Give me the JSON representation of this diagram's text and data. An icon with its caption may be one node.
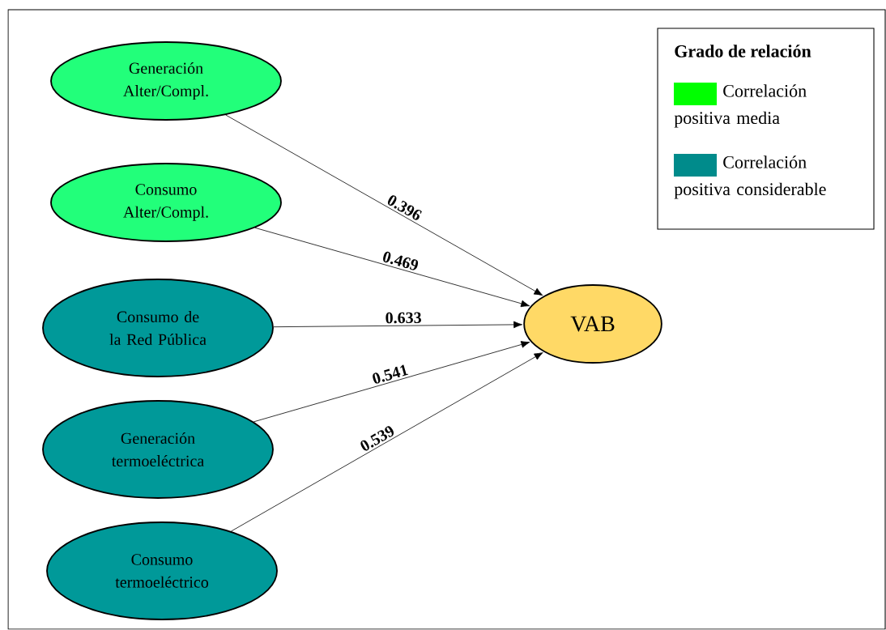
{
  "diagram": {
    "nodes": [
      {
        "text": [
          "Generación Alter/Compl."
        ]
      },
      {
        "text": [
          "Consumo Alter/Compl."
        ]
      },
      {
        "text": [
          "Consumo de la Red Pública"
        ]
      },
      {
        "text": [
          "Generación termoeléctrica"
        ]
      },
      {
        "text": [
          "Consumo termoeléctrico"
        ]
      },
      {
        "text": [
          "VAB"
        ]
      }
    ],
    "edges": [
      {
        "from": 0,
        "to": 5,
        "arrow": "to",
        "label": "0.396"
      },
      {
        "from": 1,
        "to": 5,
        "arrow": "to",
        "label": "0.469"
      },
      {
        "from": 2,
        "to": 5,
        "arrow": "to",
        "label": "0.633"
      },
      {
        "from": 3,
        "to": 5,
        "arrow": "to",
        "label": "0.541"
      },
      {
        "from": 4,
        "to": 5,
        "arrow": "to",
        "label": "0.539"
      }
    ],
    "labels": [
      "Grado de relación"
    ],
    "legend": [
      {
        "text": "Correlación positiva media",
        "color": "#00ff00"
      },
      {
        "text": "Correlación positiva considerable",
        "color": "#008b8b"
      }
    ]
  }
}
